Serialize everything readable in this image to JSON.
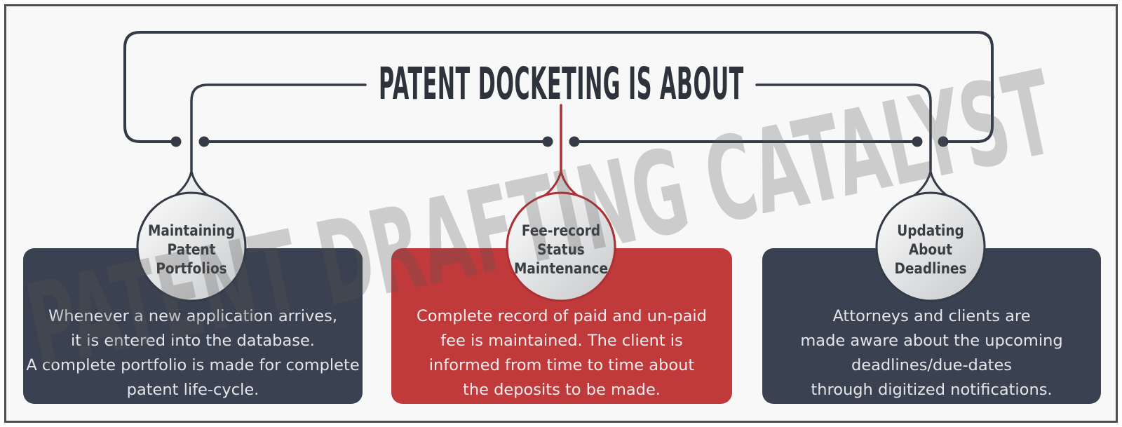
{
  "title": "PATENT DOCKETING IS ABOUT",
  "watermark": "PATENT DRAFTING CATALYST",
  "colors": {
    "background": "#f8f8f9",
    "frame_border": "#4e4e4e",
    "connector_line": "#343b47",
    "accent_red": "#c03a3c",
    "red_connector": "#ae3034",
    "card_dark": "#3a4150",
    "title_text": "#2e333b",
    "circle_text": "#3a3d42",
    "card_text_light": "#e3e5e8",
    "card_text_on_red": "#f5ecec"
  },
  "branches": [
    {
      "circle_lines": [
        "Maintaining",
        "Patent",
        "Portfolios"
      ],
      "body_lines": [
        "Whenever a new application arrives,",
        "it is entered into the database.",
        "A complete portfolio is made for complete",
        "patent life-cycle."
      ]
    },
    {
      "circle_lines": [
        "Fee-record",
        "Status",
        "Maintenance"
      ],
      "body_lines": [
        "Complete record of paid and un-paid",
        "fee is maintained. The client is",
        "informed from time to time about",
        "the deposits to be made."
      ]
    },
    {
      "circle_lines": [
        "Updating",
        "About",
        "Deadlines"
      ],
      "body_lines": [
        "Attorneys and clients are",
        "made aware about the upcoming",
        "deadlines/due-dates",
        "through digitized notifications."
      ]
    }
  ]
}
